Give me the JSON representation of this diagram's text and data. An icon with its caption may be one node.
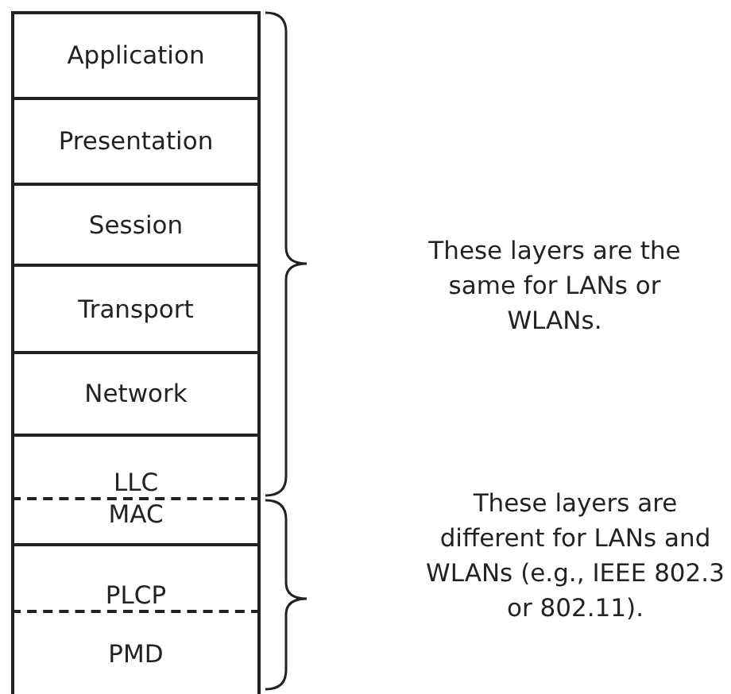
{
  "diagram": {
    "nodes": [
      {
        "text": [
          "Application"
        ]
      },
      {
        "text": [
          "Presentation"
        ]
      },
      {
        "text": [
          "Session"
        ]
      },
      {
        "text": [
          "Transport"
        ]
      },
      {
        "text": [
          "Network"
        ]
      },
      {
        "text": [
          "LLC"
        ]
      },
      {
        "text": [
          "MAC"
        ]
      },
      {
        "text": [
          "PLCP"
        ]
      },
      {
        "text": [
          "PMD"
        ]
      }
    ],
    "edges": [],
    "labels": [
      "These layers are the same for LANs or WLANs.",
      "These layers are different for LANs and WLANs (e.g., IEEE 802.3 or 802.11)."
    ]
  }
}
